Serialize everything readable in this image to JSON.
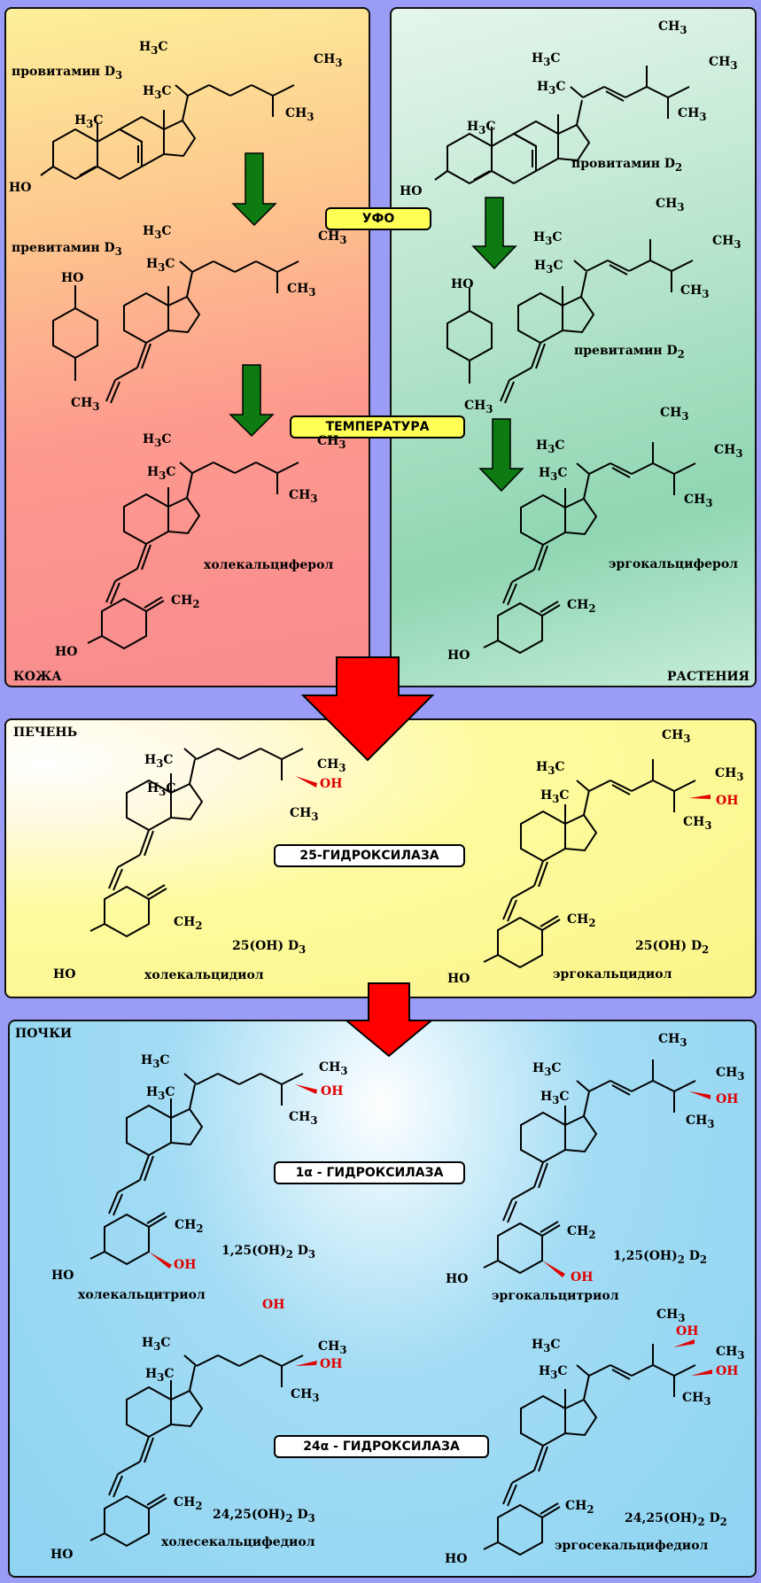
{
  "zones": {
    "skin": "КОЖА",
    "plants": "РАСТЕНИЯ",
    "liver": "ПЕЧЕНЬ",
    "kidneys": "ПОЧКИ"
  },
  "enzymes": {
    "uv": "УФО",
    "temperature": "ТЕМПЕРАТУРА",
    "hydroxylase25": "25-ГИДРОКСИЛАЗА",
    "hydroxylase1a": "1α - ГИДРОКСИЛАЗА",
    "hydroxylase24a": "24α - ГИДРОКСИЛАЗА"
  },
  "compounds": {
    "provitaminD3": "провитамин D",
    "provitaminD3_sub": "3",
    "previtaminD3": "превитамин D",
    "previtaminD3_sub": "3",
    "cholecalciferol": "холекальциферол",
    "provitaminD2": "провитамин D",
    "provitaminD2_sub": "2",
    "previtaminD2": "превитамин D",
    "previtaminD2_sub": "2",
    "ergocalciferol": "эргокальциферол",
    "cholecalcidiol": "холекальцидиол",
    "ergocalcidiol": "эргокальцидиол",
    "calcidiolD3_formula": "25(OH) D",
    "calcidiolD3_sub": "3",
    "calcidiolD2_formula": "25(OH) D",
    "calcidiolD2_sub": "2",
    "cholecalcitriol": "холекальцитриол",
    "ergocalcitriol": "эргокальцитриол",
    "calcitriolD3_a": "1,25(OH)",
    "calcitriolD3_b": "2",
    "calcitriolD3_c": " D",
    "calcitriolD3_d": "3",
    "calcitriolD2_a": "1,25(OH)",
    "calcitriolD2_b": "2",
    "calcitriolD2_c": " D",
    "calcitriolD2_d": "2",
    "cholesecalcifediol": "холесекальцифедиол",
    "ergosecalcifediol": "эргосекальцифедиол",
    "secalcifediolD3_a": "24,25(OH)",
    "secalcifediolD3_b": "2",
    "secalcifediolD3_c": " D",
    "secalcifediolD3_d": "3",
    "secalcifediolD2_a": "24,25(OH)",
    "secalcifediolD2_b": "2",
    "secalcifediolD2_c": " D",
    "secalcifediolD2_d": "2"
  },
  "groups": {
    "h3c": "H3C",
    "ch3": "CH3",
    "ch2": "CH2",
    "ho": "HO",
    "oh": "OH"
  },
  "colors": {
    "green_arrow": "#0d7a12",
    "red_arrow": "#ff0000",
    "hydroxyl": "#e00000",
    "uv_box": "#ffff55"
  }
}
